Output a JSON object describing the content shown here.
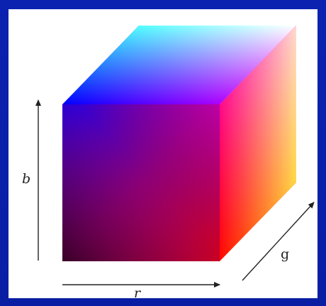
{
  "axes": {
    "r_label": "r",
    "g_label": "g",
    "b_label": "b"
  },
  "colors": {
    "slide_background": "#0a1fa8",
    "panel": "#ffffff",
    "origin": "#3d0014",
    "red": "#ff0000",
    "blue": "#0000ff",
    "green": "#00ff00",
    "magenta": "#ff00ff",
    "cyan": "#00ffff",
    "yellow": "#ffff00",
    "white": "#ffffff"
  }
}
